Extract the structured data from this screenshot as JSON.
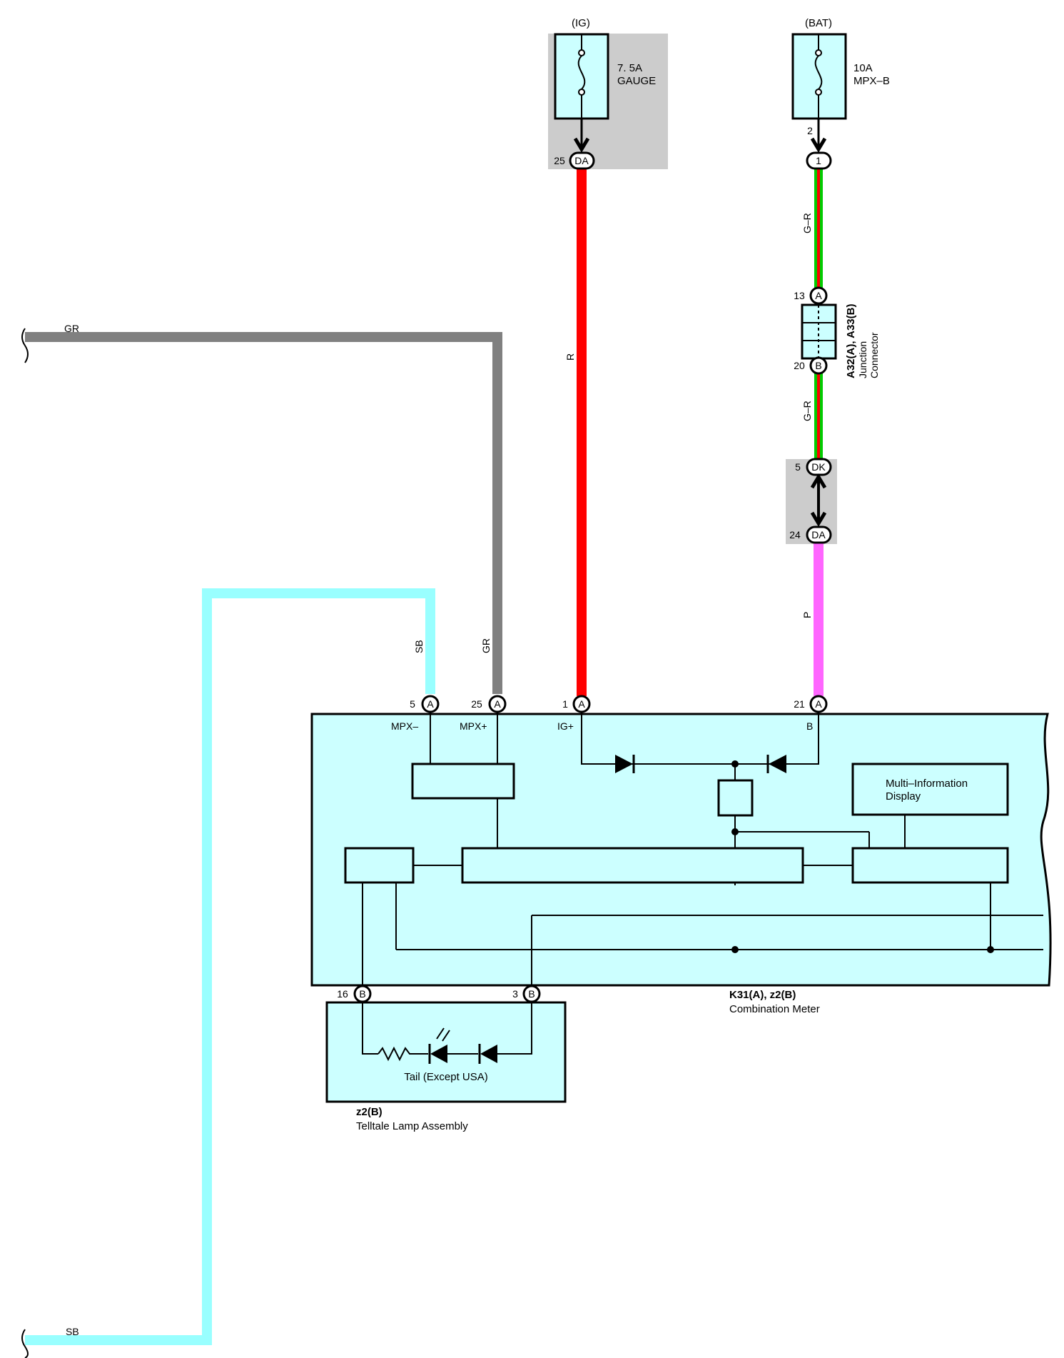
{
  "sources": {
    "ig": {
      "label": "(IG)",
      "fuse_rating": "7. 5A",
      "fuse_name": "GAUGE",
      "out_pin": "25",
      "out_conn": "DA"
    },
    "bat": {
      "label": "(BAT)",
      "fuse_rating": "10A",
      "fuse_name": "MPX–B",
      "out_pin": "2",
      "out_conn": "1"
    }
  },
  "wires": {
    "gr": "GR",
    "r": "R",
    "gr_a": "G–R",
    "gr_b": "G–R",
    "p": "P",
    "sb": "SB"
  },
  "junction_connector": {
    "id": "A32(A), A33(B)",
    "name_line1": "Junction",
    "name_line2": "Connector",
    "pin_top": "13",
    "conn_top": "A",
    "pin_bottom": "20",
    "conn_bottom": "B"
  },
  "dk_connector": {
    "pin_top": "5",
    "conn_top": "DK",
    "pin_bottom": "24",
    "conn_bottom": "DA"
  },
  "meter": {
    "id": "K31(A), z2(B)",
    "name": "Combination Meter",
    "pins": [
      {
        "num": "5",
        "conn": "A",
        "signal": "MPX–"
      },
      {
        "num": "25",
        "conn": "A",
        "signal": "MPX+"
      },
      {
        "num": "1",
        "conn": "A",
        "signal": "IG+"
      },
      {
        "num": "21",
        "conn": "A",
        "signal": "B"
      }
    ],
    "bottom_pins": [
      {
        "num": "16",
        "conn": "B"
      },
      {
        "num": "3",
        "conn": "B"
      }
    ],
    "mid_line1": "Multi–Information",
    "mid_line2": "Display"
  },
  "telltale": {
    "id": "z2(B)",
    "name": "Telltale Lamp Assembly",
    "lamp_label": "Tail (Except USA)"
  },
  "colors": {
    "gr": "#808080",
    "r": "#ff0000",
    "g": "#00cc00",
    "p": "#ff66ff",
    "sb": "#99ffff",
    "box_fill": "#ccffff",
    "shade": "#cccccc"
  }
}
